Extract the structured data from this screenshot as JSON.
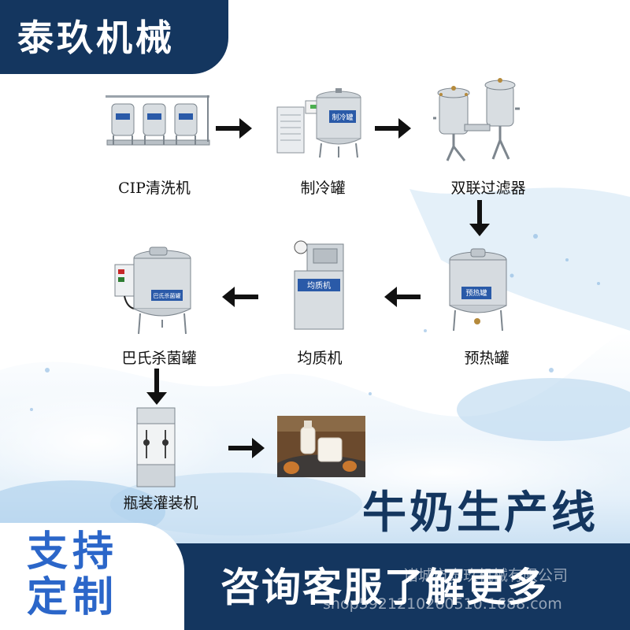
{
  "brand": {
    "name": "泰玖机械"
  },
  "steps": [
    {
      "label": "CIP清洗机",
      "icon": "cip-cleaning-machine-icon"
    },
    {
      "label": "制冷罐",
      "icon": "cooling-tank-icon"
    },
    {
      "label": "双联过滤器",
      "icon": "duplex-filter-icon"
    },
    {
      "label": "预热罐",
      "icon": "preheating-tank-icon"
    },
    {
      "label": "均质机",
      "icon": "homogenizer-icon"
    },
    {
      "label": "巴氏杀菌罐",
      "icon": "pasteurization-tank-icon"
    },
    {
      "label": "瓶装灌装机",
      "icon": "bottle-filling-machine-icon"
    }
  ],
  "nameplates": {
    "cooling": "制冷罐",
    "preheat": "预热罐",
    "homogenizer": "均质机",
    "pasteur": "巴氏杀菌罐"
  },
  "final_product": {
    "icon": "milk-bottle-photo-icon"
  },
  "headline": "牛奶生产线",
  "badge": {
    "line1": "支持",
    "line2": "定制"
  },
  "cta": "咨询客服了解更多",
  "watermark": {
    "line1": "诸城市泰玖机械有限公司",
    "line2": "shop5921210260510.1688.com"
  },
  "colors": {
    "navy": "#14365f",
    "accent_blue": "#2b66c9"
  }
}
